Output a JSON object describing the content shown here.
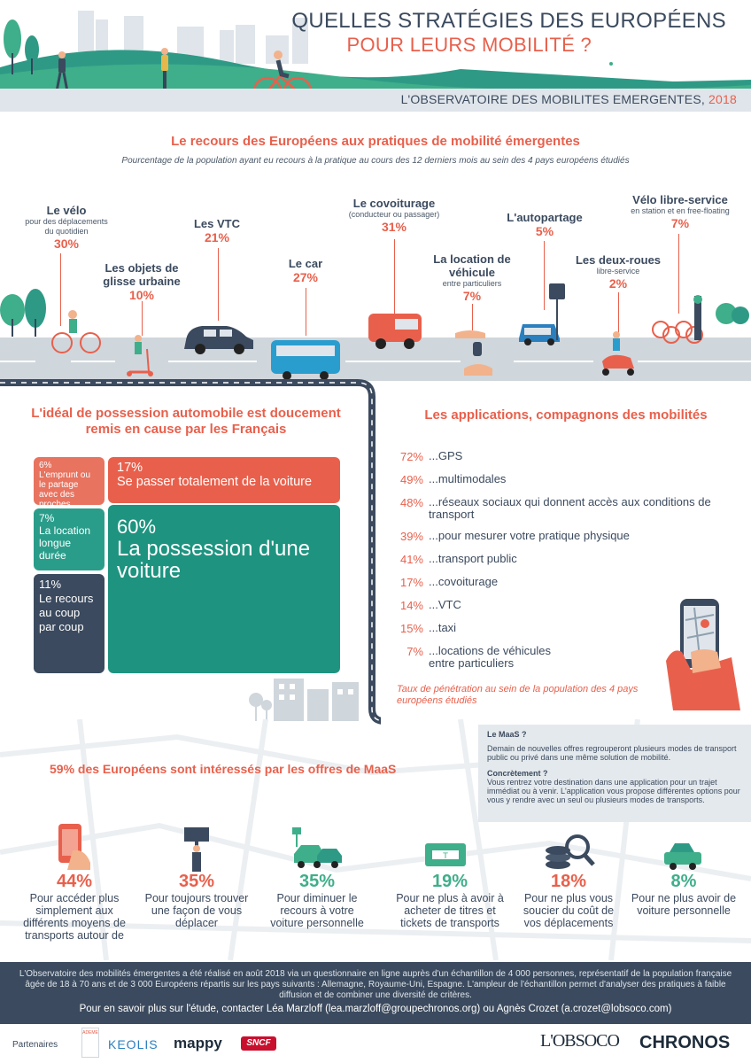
{
  "header": {
    "title_line1": "QUELLES STRATÉGIES DES EUROPÉENS",
    "title_line2": "POUR LEURS MOBILITÉ ?",
    "observatory": "L'OBSERVATOIRE DES MOBILITES EMERGENTES,",
    "year": "2018"
  },
  "section1": {
    "title": "Le recours des Européens aux pratiques de mobilité émergentes",
    "subtitle": "Pourcentage de la population ayant eu recours à la pratique au cours des 12 derniers mois au sein des 4 pays européens étudiés",
    "modes": [
      {
        "name": "Le vélo",
        "sub": "pour des déplacements du quotidien",
        "pct": "30%"
      },
      {
        "name": "Les objets de glisse urbaine",
        "sub": "",
        "pct": "10%"
      },
      {
        "name": "Les VTC",
        "sub": "",
        "pct": "21%"
      },
      {
        "name": "Le car",
        "sub": "",
        "pct": "27%"
      },
      {
        "name": "Le covoiturage",
        "sub": "(conducteur ou passager)",
        "pct": "31%"
      },
      {
        "name": "La location de véhicule",
        "sub": "entre particuliers",
        "pct": "7%"
      },
      {
        "name": "L'autopartage",
        "sub": "",
        "pct": "5%"
      },
      {
        "name": "Les deux-roues",
        "sub": "libre-service",
        "pct": "2%"
      },
      {
        "name": "Vélo libre-service",
        "sub": "en station et en free-floating",
        "pct": "7%"
      }
    ]
  },
  "section2": {
    "title": "L'idéal de possession automobile est doucement remis en cause par les Français",
    "tiles": [
      {
        "pct": "6%",
        "label": "L'emprunt ou le partage avec des proches",
        "color": "#e8735f"
      },
      {
        "pct": "17%",
        "label": "Se passer totalement de la voiture",
        "color": "#e8604c"
      },
      {
        "pct": "7%",
        "label": "La location longue durée",
        "color": "#2a9d8a"
      },
      {
        "pct": "60%",
        "label": "La possession d'une voiture",
        "color": "#1e9480"
      },
      {
        "pct": "11%",
        "label": "Le recours au coup par coup",
        "color": "#3b4a5e"
      }
    ]
  },
  "section_apps": {
    "title": "Les applications, compagnons des mobilités",
    "items": [
      {
        "pct": "72%",
        "label": "...GPS"
      },
      {
        "pct": "49%",
        "label": "...multimodales"
      },
      {
        "pct": "48%",
        "label": "...réseaux sociaux qui donnent accès aux conditions de transport"
      },
      {
        "pct": "39%",
        "label": "...pour mesurer votre pratique physique"
      },
      {
        "pct": "41%",
        "label": "...transport public"
      },
      {
        "pct": "17%",
        "label": "...covoiturage"
      },
      {
        "pct": "14%",
        "label": "...VTC"
      },
      {
        "pct": "15%",
        "label": "...taxi"
      },
      {
        "pct": "7%",
        "label": "...locations de véhicules entre particuliers"
      }
    ],
    "note": "Taux de pénétration au sein de la population des 4 pays européens étudiés"
  },
  "maas": {
    "box_title": "Le MaaS ?",
    "box_text": "Demain de nouvelles offres regrouperont plusieurs modes de transport public ou privé dans une même solution de mobilité.",
    "concrete_title": "Concrètement ?",
    "concrete_text": "Vous rentrez votre destination dans une application pour un trajet immédiat ou à venir. L'application vous propose différentes options pour vous y rendre avec un seul ou plusieurs modes de transports.",
    "title": "59% des Européens sont intéressés par les offres de MaaS",
    "stats": [
      {
        "pct": "44%",
        "text": "Pour accéder plus simplement aux différents moyens de transports autour de",
        "icon": "phone-map-icon"
      },
      {
        "pct": "35%",
        "text": "Pour toujours trouver une façon de vous déplacer",
        "icon": "person-sign-icon"
      },
      {
        "pct": "35%",
        "text": "Pour diminuer le recours à votre voiture personnelle",
        "icon": "cars-icon"
      },
      {
        "pct": "19%",
        "text": "Pour ne plus à avoir à acheter de titres et tickets de transports",
        "icon": "ticket-icon"
      },
      {
        "pct": "18%",
        "text": "Pour ne plus vous soucier du coût de vos déplacements",
        "icon": "coins-magnifier-icon"
      },
      {
        "pct": "8%",
        "text": "Pour ne plus avoir de voiture personnelle",
        "icon": "car-tow-icon"
      }
    ]
  },
  "footer": {
    "text": "L'Observatoire des mobilités émergentes a été réalisé en août 2018 via un questionnaire en ligne auprès d'un échantillon de 4 000 personnes, représentatif de la population française âgée de 18 à 70 ans et de 3 000 Européens répartis sur les pays suivants : Allemagne, Royaume-Uni, Espagne. L'ampleur de l'échantillon permet d'analyser des pratiques à faible diffusion et de combiner une diversité de critères.",
    "contact": "Pour en savoir plus sur l'étude, contacter Léa Marzloff (lea.marzloff@groupechronos.org) ou Agnès Crozet (a.crozet@lobsoco.com)",
    "partners_label": "Partenaires",
    "logos": [
      "ADEME",
      "KEOLIS",
      "mappy",
      "SNCF",
      "L'OBSOCO",
      "CHRONOS"
    ]
  },
  "colors": {
    "coral": "#e8604c",
    "slate": "#3b4a5e",
    "teal": "#1e9480",
    "green": "#3fae8a"
  }
}
